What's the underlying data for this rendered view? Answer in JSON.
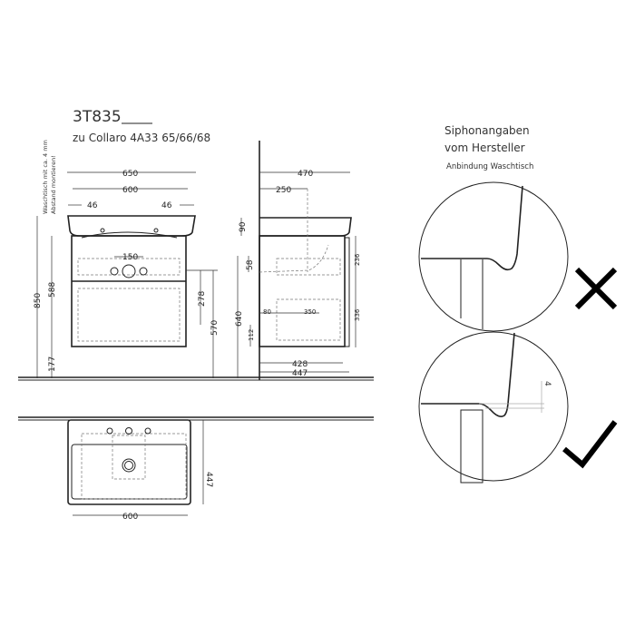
{
  "title": "3T835",
  "subtitle": "zu Collaro 4A33 65/66/68",
  "note": [
    "Waschtisch mit ca. 4 mm",
    "Abstand montieren!"
  ],
  "front_view": {
    "d650": "650",
    "d600": "600",
    "d46l": "46",
    "d46r": "46",
    "d150": "150",
    "d850": "850",
    "d588": "588",
    "d177": "177",
    "d278": "278",
    "d570": "570"
  },
  "side_view": {
    "d470": "470",
    "d250": "250",
    "d90": "90",
    "d58": "58",
    "d640": "640",
    "d112": "112",
    "d80": "80",
    "d350": "350",
    "d236": "236",
    "d336": "336",
    "d428": "428",
    "d447": "447"
  },
  "plan_view": {
    "d447": "447",
    "d600": "600"
  },
  "detail": {
    "heading1": "Siphonangaben",
    "heading2": "vom Hersteller",
    "caption": "Anbindung Waschtisch",
    "gap": "4",
    "wrong_icon": "cross-icon",
    "right_icon": "check-icon"
  }
}
